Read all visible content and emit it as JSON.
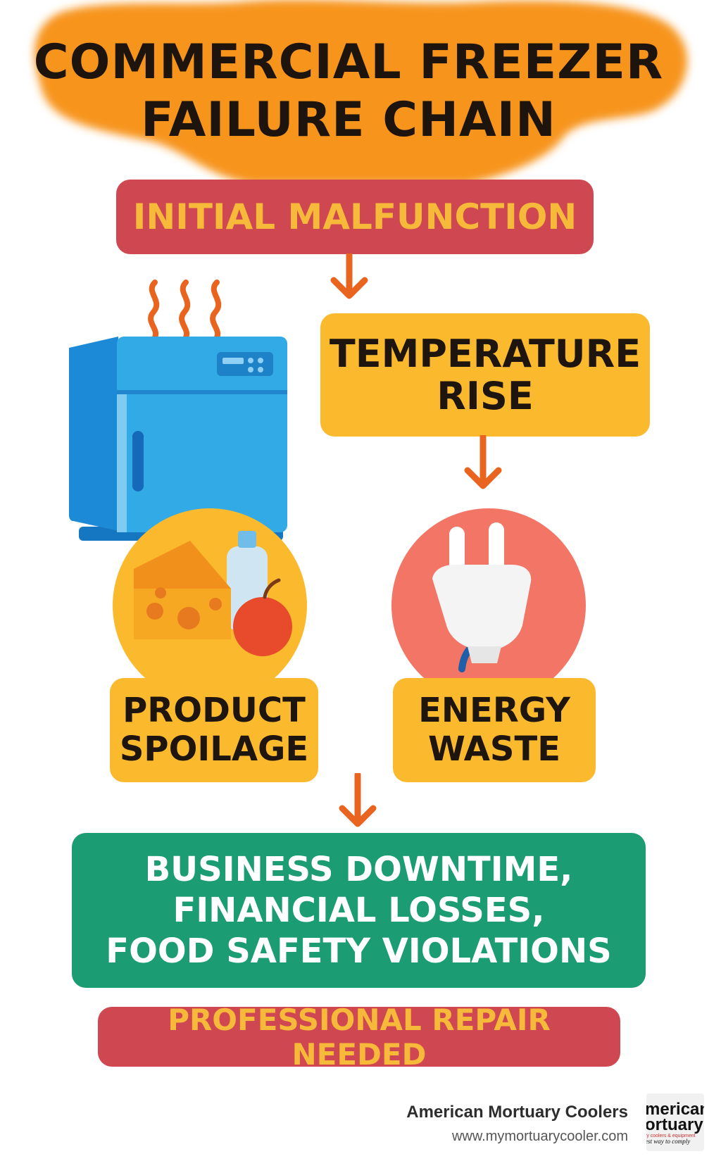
{
  "title": "COMMERCIAL FREEZER\nFAILURE CHAIN",
  "nodes": {
    "initial_malfunction": "INITIAL MALFUNCTION",
    "temperature_rise": "TEMPERATURE\nRISE",
    "product_spoilage": "PRODUCT\nSPOILAGE",
    "energy_waste": "ENERGY\nWASTE",
    "impact": "BUSINESS DOWNTIME,\nFINANCIAL LOSSES,\nFOOD SAFETY VIOLATIONS",
    "professional_repair": "PROFESSIONAL REPAIR NEEDED"
  },
  "icons": {
    "freezer": "freezer-icon",
    "heat": "heat-waves-icon",
    "food": "food-spoilage-icon",
    "plug": "power-plug-icon",
    "arrow": "arrow-down-icon"
  },
  "footer": {
    "company": "American Mortuary Coolers",
    "url": "www.mymortuarycooler.com",
    "logo_lines": [
      "merican",
      "ortuary",
      "ry coolers & equipment",
      "est way to comply"
    ]
  },
  "colors": {
    "title_splash": "#f7941d",
    "red_box": "#cf4750",
    "red_box_text": "#f7b93a",
    "yellow_box": "#fbba2e",
    "green_box": "#1c9c73",
    "arrow": "#e8641f",
    "freezer_blue": "#2a9fdf",
    "plug_circle": "#f37566"
  }
}
